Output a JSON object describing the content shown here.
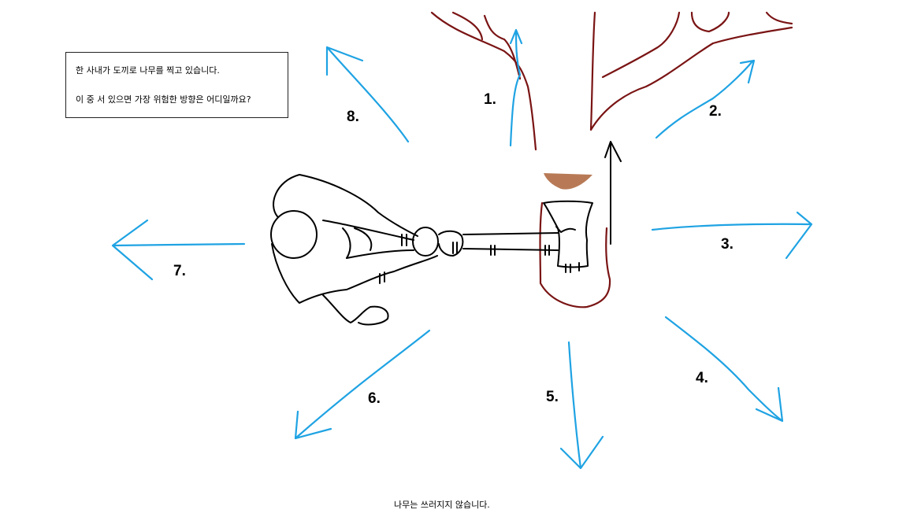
{
  "question": {
    "line1": "한 사내가 도끼로 나무를 찍고 있습니다.",
    "line2": "이 중 서 있으면 가장 위험한 방향은 어디일까요?"
  },
  "note": "나무는 쓰러지지 않습니다.",
  "directions": [
    "1.",
    "2.",
    "3.",
    "4.",
    "5.",
    "6.",
    "7.",
    "8."
  ],
  "colors": {
    "arrow": "#1fa3e3",
    "tree": "#7a1414",
    "chip": "#b87a56"
  }
}
